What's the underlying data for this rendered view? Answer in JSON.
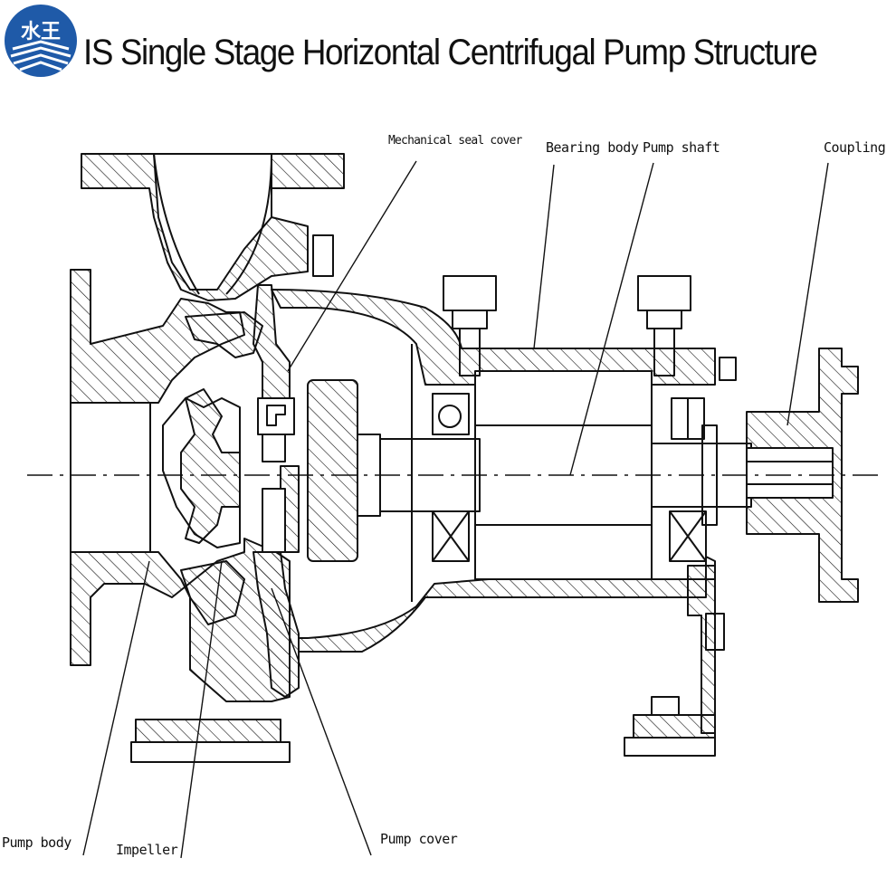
{
  "title": "IS Single Stage Horizontal Centrifugal Pump Structure",
  "logo": {
    "text": "水王",
    "color": "#1f5aa8"
  },
  "colors": {
    "line": "#111111",
    "logo_bg": "#1f5aa8"
  },
  "labels": {
    "mechanical_seal_cover": "Mechanical seal cover",
    "bearing_body": "Bearing body",
    "pump_shaft": "Pump shaft",
    "coupling": "Coupling",
    "pump_body": "Pump body",
    "impeller": "Impeller",
    "pump_cover": "Pump cover"
  }
}
